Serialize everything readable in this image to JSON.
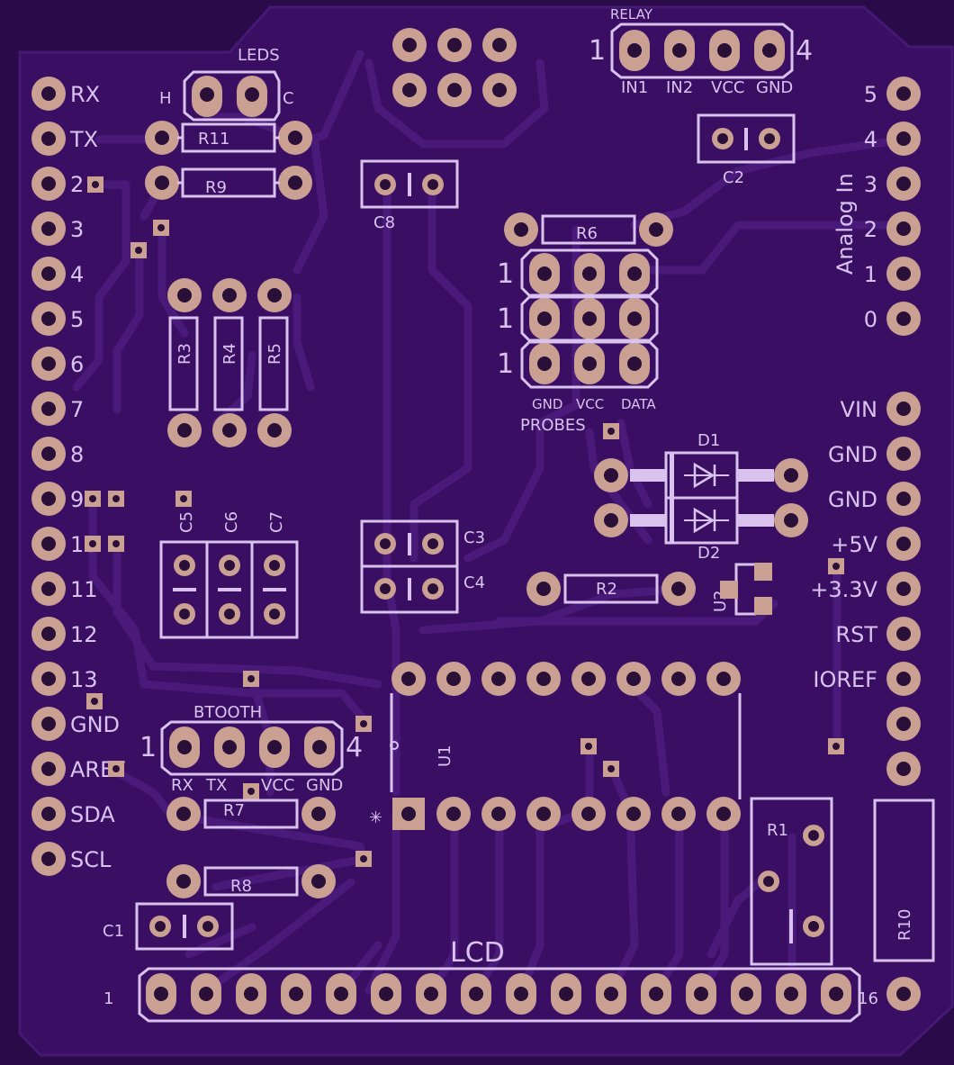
{
  "board": {
    "substrate_color": "#3a0f63",
    "edge_color": "#2a0a48",
    "copper_color": "#c9a092",
    "silk_color": "#d9c3ee"
  },
  "digital_header": {
    "labels": [
      "RX",
      "TX",
      "2",
      "3",
      "4",
      "5",
      "6",
      "7",
      "8",
      "9",
      "10",
      "11",
      "12",
      "13",
      "GND",
      "AREF",
      "SDA",
      "SCL"
    ]
  },
  "analog_header": {
    "title": "Analog In",
    "labels": [
      "5",
      "4",
      "3",
      "2",
      "1",
      "0"
    ]
  },
  "power_header": {
    "labels": [
      "VIN",
      "GND",
      "GND",
      "+5V",
      "+3.3V",
      "RST",
      "IOREF"
    ]
  },
  "leds": {
    "title": "LEDS",
    "left": "H",
    "right": "C"
  },
  "relay": {
    "title": "RELAY",
    "start": "1",
    "end": "4",
    "pins": [
      "IN1",
      "IN2",
      "VCC",
      "GND"
    ]
  },
  "bluetooth": {
    "title": "BTOOTH",
    "start": "1",
    "end": "4",
    "pins": [
      "RX",
      "TX",
      "VCC",
      "GND"
    ]
  },
  "probes": {
    "title": "PROBES",
    "row_marks": [
      "1",
      "1",
      "1"
    ],
    "cols": [
      "GND",
      "VCC",
      "DATA"
    ]
  },
  "lcd": {
    "title": "LCD",
    "start": "1",
    "end": "16"
  },
  "components": {
    "r11": "R11",
    "r9": "R9",
    "r6": "R6",
    "r3": "R3",
    "r4": "R4",
    "r5": "R5",
    "r2": "R2",
    "r7": "R7",
    "r8": "R8",
    "r1": "R1",
    "r10": "R10",
    "c1": "C1",
    "c2": "C2",
    "c3": "C3",
    "c4": "C4",
    "c5": "C5",
    "c6": "C6",
    "c7": "C7",
    "c8": "C8",
    "d1": "D1",
    "d2": "D2",
    "u1": "U1",
    "u2": "U2"
  }
}
